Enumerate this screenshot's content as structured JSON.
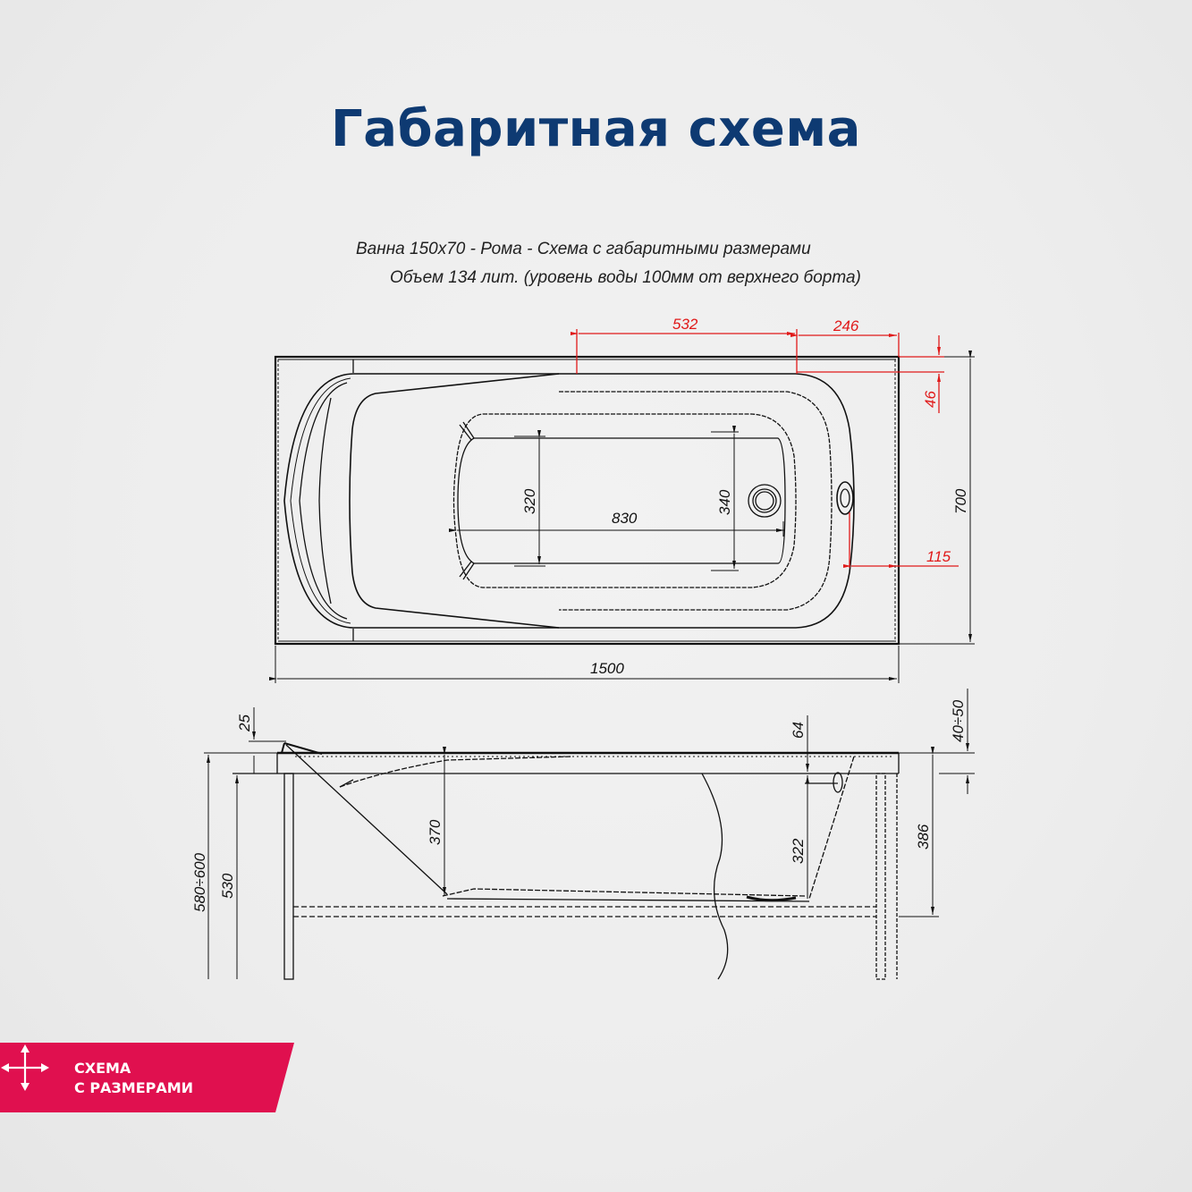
{
  "title": "Габаритная схема",
  "drawing": {
    "caption_line1": "Ванна 150х70 - Рома - Схема с габаритными размерами",
    "caption_line2": "Объем 134 лит. (уровень воды 100мм от верхнего борта)",
    "top_view": {
      "dims_black": {
        "length": "1500",
        "width": "700",
        "bottom_length": "830",
        "bottom_width_head": "320",
        "bottom_width_drain": "340"
      },
      "dims_red": {
        "armrest_offset": "532",
        "corner_offset": "246",
        "rim_width": "46",
        "overflow_offset": "115"
      }
    },
    "side_view": {
      "dims": {
        "headrest_rise": "25",
        "total_height": "580÷600",
        "frame_height": "530",
        "depth_head": "370",
        "overflow_from_rim": "64",
        "depth_drain": "322",
        "full_depth": "386",
        "rim_thickness": "40÷50"
      }
    },
    "colors": {
      "line": "#111111",
      "dimension_red": "#e01919",
      "title_blue": "#0e3a72"
    }
  },
  "badge": {
    "line1": "СХЕМА",
    "line2": "С РАЗМЕРАМИ",
    "icon": "four-way-arrows-icon",
    "color": "#e0104f"
  }
}
